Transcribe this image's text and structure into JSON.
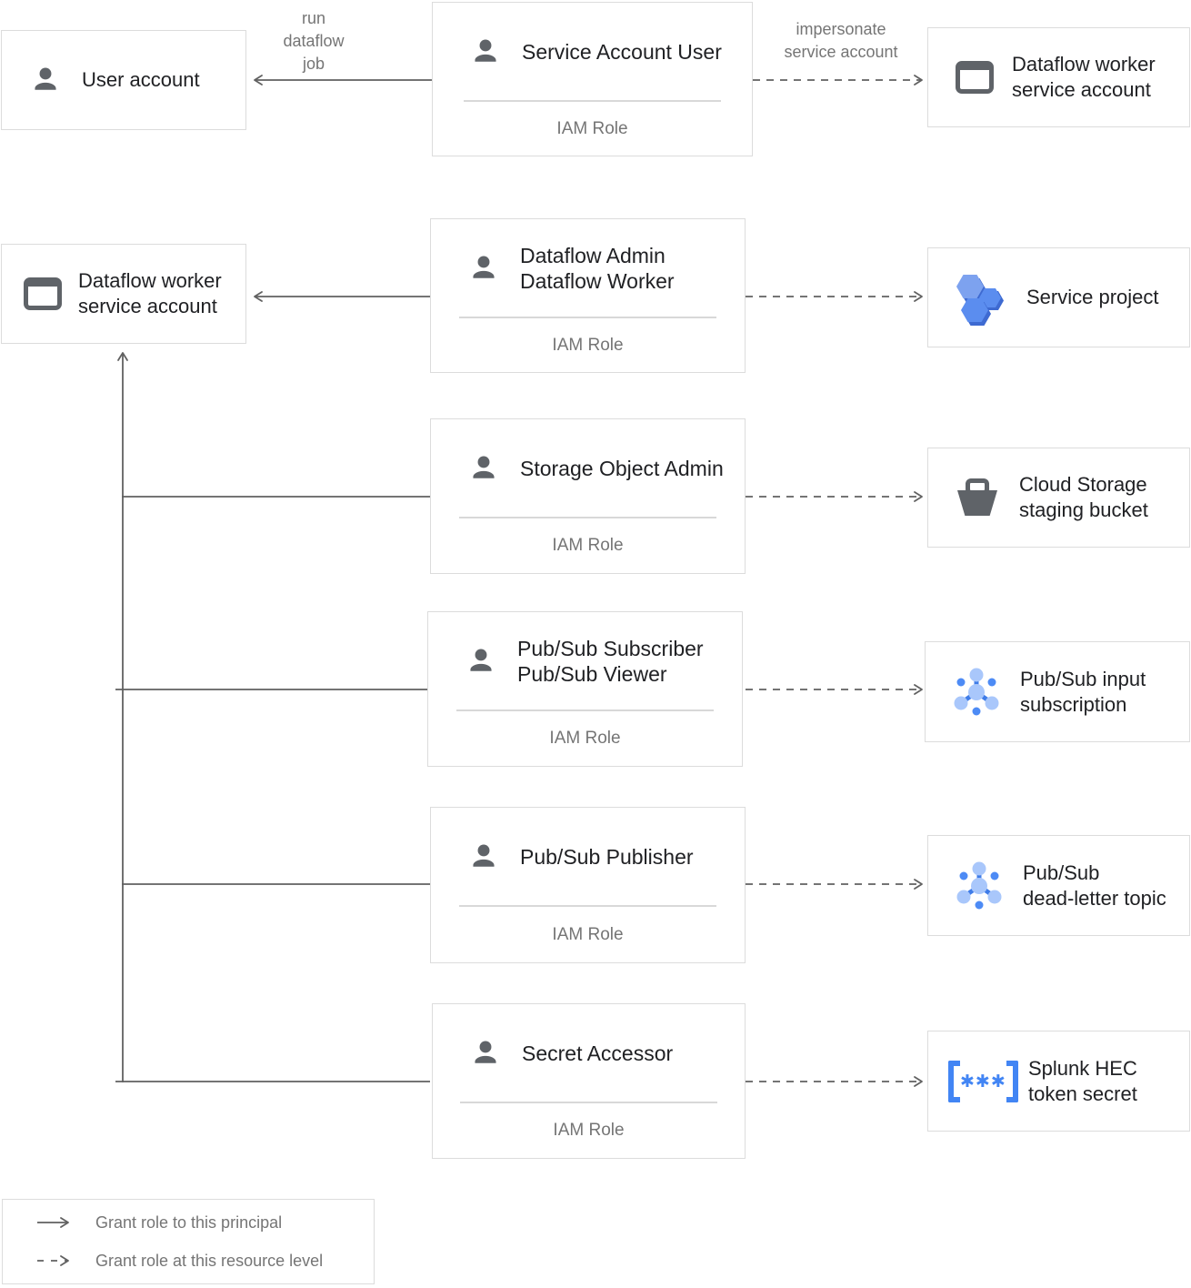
{
  "nodes": {
    "user_account": {
      "label": "User account"
    },
    "dataflow_worker_sa": {
      "label": "Dataflow worker\nservice account"
    },
    "service_account_user": {
      "title": "Service Account User",
      "footer": "IAM Role"
    },
    "dataflow_admin_worker": {
      "title": "Dataflow Admin\nDataflow Worker",
      "footer": "IAM Role"
    },
    "storage_object_admin": {
      "title": "Storage Object Admin",
      "footer": "IAM Role"
    },
    "pubsub_subscriber_viewer": {
      "title": "Pub/Sub Subscriber\nPub/Sub Viewer",
      "footer": "IAM Role"
    },
    "pubsub_publisher": {
      "title": "Pub/Sub Publisher",
      "footer": "IAM Role"
    },
    "secret_accessor": {
      "title": "Secret Accessor",
      "footer": "IAM Role"
    },
    "dataflow_worker_sa_right": {
      "label": "Dataflow worker\nservice account"
    },
    "service_project": {
      "label": "Service project"
    },
    "cloud_storage_bucket": {
      "label": "Cloud Storage\nstaging bucket"
    },
    "pubsub_input_subscription": {
      "label": "Pub/Sub input\nsubscription"
    },
    "pubsub_dead_letter_topic": {
      "label": "Pub/Sub\ndead-letter topic"
    },
    "splunk_hec_token_secret": {
      "label": "Splunk HEC\ntoken secret"
    }
  },
  "edge_labels": {
    "run_dataflow_job": "run\ndataflow\njob",
    "impersonate_service_account": "impersonate\nservice account"
  },
  "legend": {
    "solid_label": "Grant role to this principal",
    "dashed_label": "Grant role at this resource level"
  },
  "icons": {
    "secret_stars": "✱✱✱"
  },
  "colors": {
    "line": "#616161",
    "icon_gray": "#5f6368",
    "blue": "#4285f4"
  }
}
